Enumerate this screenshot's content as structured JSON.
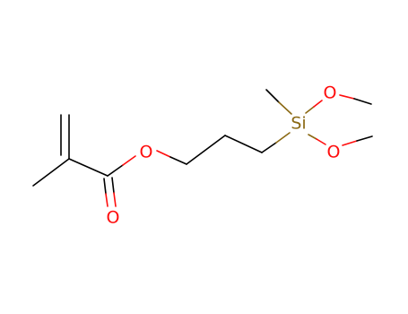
{
  "molecule": {
    "atoms": [
      {
        "id": "o-ester",
        "label": "O",
        "color": "#ff0d0d"
      },
      {
        "id": "o-carbonyl",
        "label": "O",
        "color": "#ff0d0d"
      },
      {
        "id": "si",
        "label": "Si",
        "color": "#8b6914"
      },
      {
        "id": "o-methoxy-1",
        "label": "O",
        "color": "#ff0d0d"
      },
      {
        "id": "o-methoxy-2",
        "label": "O",
        "color": "#ff0d0d"
      }
    ]
  }
}
